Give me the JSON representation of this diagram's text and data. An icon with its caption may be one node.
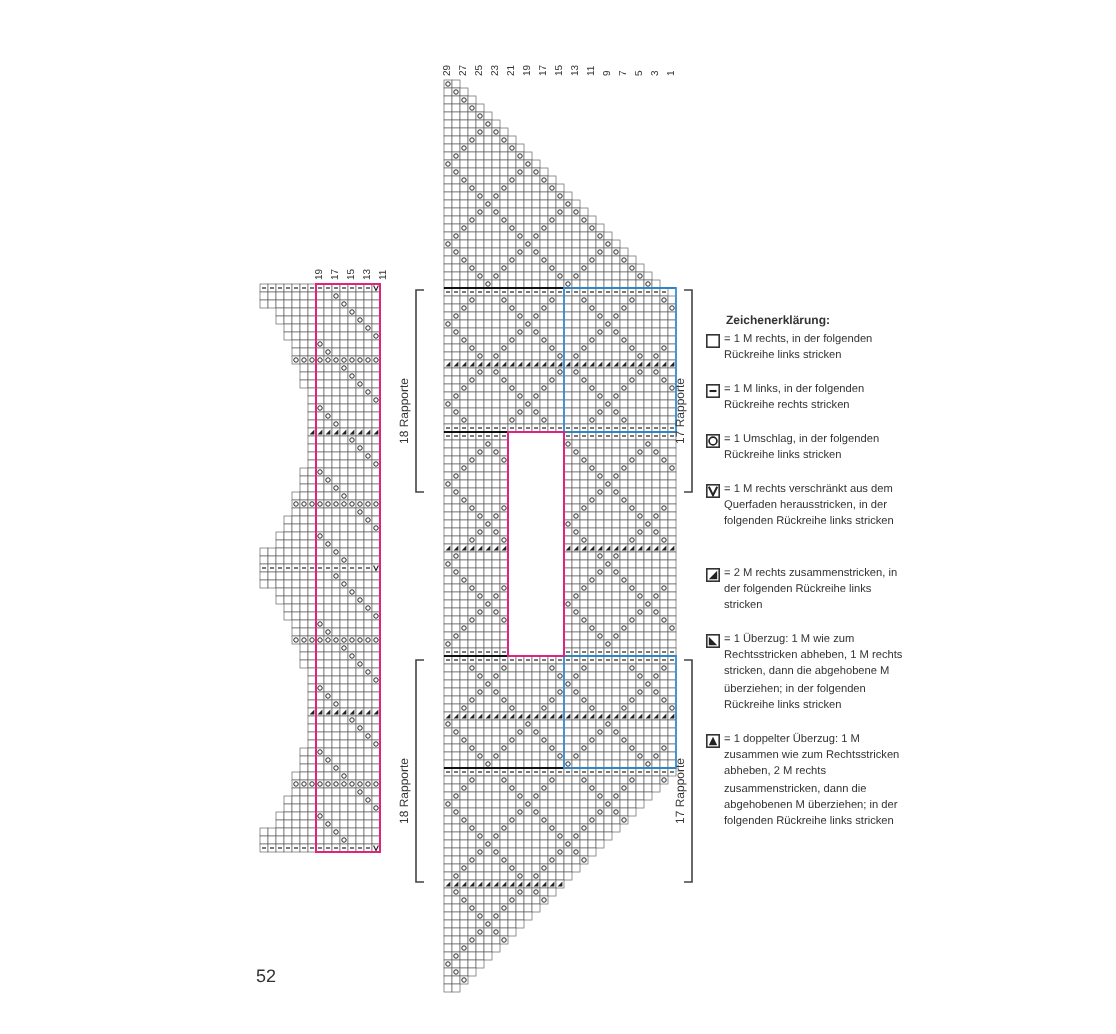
{
  "diagram": {
    "labels": [
      "29",
      "27",
      "25",
      "23",
      "21",
      "19",
      "17",
      "15",
      "13",
      "11",
      "9",
      "7",
      "5",
      "3",
      "1",
      "19",
      "17",
      "15",
      "13",
      "11",
      "18 Rapporte",
      "17 Rapporte",
      "18 Rapporte",
      "17 Rapporte",
      "Zeichenerklärung:",
      "52"
    ],
    "legend": [
      {
        "text": "= 1 M rechts, in der folgenden Rückreihe links stricken"
      },
      {
        "text": "= 1 M links, in der folgenden Rückreihe rechts stricken"
      },
      {
        "text": "= 1 Umschlag, in der folgenden Rückreihe links stricken"
      },
      {
        "text": "= 1 M rechts verschränkt aus dem Querfaden herausstricken, in der folgenden Rückreihe links stricken"
      },
      {
        "text": "= 2 M rechts zusammenstricken, in der folgenden Rückreihe links stricken"
      },
      {
        "text": "= 1 Überzug: 1 M wie zum Rechtsstricken abheben, 1 M rechts stricken, dann die abgehobene M überziehen; in der folgenden Rückreihe links stricken"
      },
      {
        "text": "= 1 doppelter Überzug: 1 M zusammen wie zum Rechtsstricken abheben, 2 M rechts zusammenstricken, dann die abgehobenen M überziehen; in der folgenden Rückreihe links stricken"
      }
    ]
  }
}
